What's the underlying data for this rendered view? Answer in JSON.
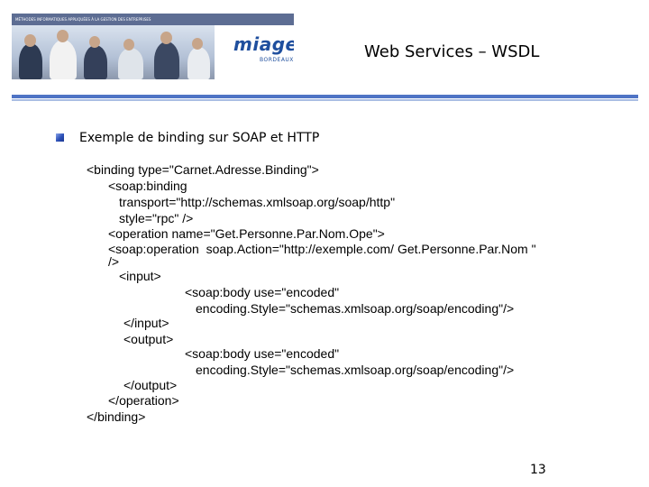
{
  "header": {
    "banner_strip_text": "MÉTHODES INFORMATIQUES APPLIQUÉES À LA GESTION DES ENTREPRISES",
    "logo_text": "miage",
    "logo_subtext": "BORDEAUX",
    "title": "Web Services – WSDL"
  },
  "content": {
    "bullet_text": "Exemple de binding sur SOAP et HTTP",
    "code_lines": [
      "<binding type=\"Carnet.Adresse.Binding\">",
      "<soap:binding",
      "transport=\"http://schemas.xmlsoap.org/soap/http\"",
      "style=\"rpc\" />",
      "<operation name=\"Get.Personne.Par.Nom.Ope\">",
      "<soap:operation  soap.Action=\"http://exemple.com/ Get.Personne.Par.Nom \"",
      "/>",
      "<input>",
      "<soap:body use=\"encoded\"",
      "encoding.Style=\"schemas.xmlsoap.org/soap/encoding\"/>",
      "</input>",
      "<output>",
      "<soap:body use=\"encoded\"",
      "encoding.Style=\"schemas.xmlsoap.org/soap/encoding\"/>",
      "</output>",
      "</operation>",
      "</binding>"
    ]
  },
  "footer": {
    "page_number": "13"
  },
  "colors": {
    "accent_rule": "#4f74c5",
    "logo": "#1f4f9e"
  }
}
